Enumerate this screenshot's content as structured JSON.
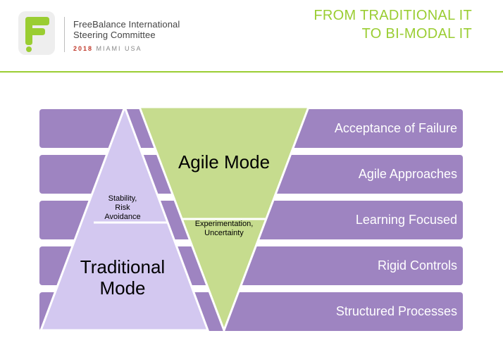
{
  "header": {
    "org_line1": "FreeBalance International",
    "org_line2": "Steering Committee",
    "event_year": "2018",
    "event_place": "MIAMI USA",
    "title_line1": "FROM TRADITIONAL IT",
    "title_line2": "TO BI-MODAL IT"
  },
  "bars": [
    {
      "label": "Acceptance of Failure"
    },
    {
      "label": "Agile Approaches"
    },
    {
      "label": "Learning Focused"
    },
    {
      "label": "Rigid Controls"
    },
    {
      "label": "Structured Processes"
    }
  ],
  "traditional": {
    "title_line1": "Traditional",
    "title_line2": "Mode",
    "trait_line1": "Stability,",
    "trait_line2": "Risk",
    "trait_line3": "Avoidance"
  },
  "agile": {
    "title": "Agile Mode",
    "trait_line1": "Experimentation,",
    "trait_line2": "Uncertainty"
  },
  "colors": {
    "accent_green": "#9acd32",
    "bar_purple": "#9e84c1",
    "pyramid_lavender": "#d3c8f0",
    "funnel_green": "#c6dc8e",
    "brand_red": "#c0392b"
  }
}
